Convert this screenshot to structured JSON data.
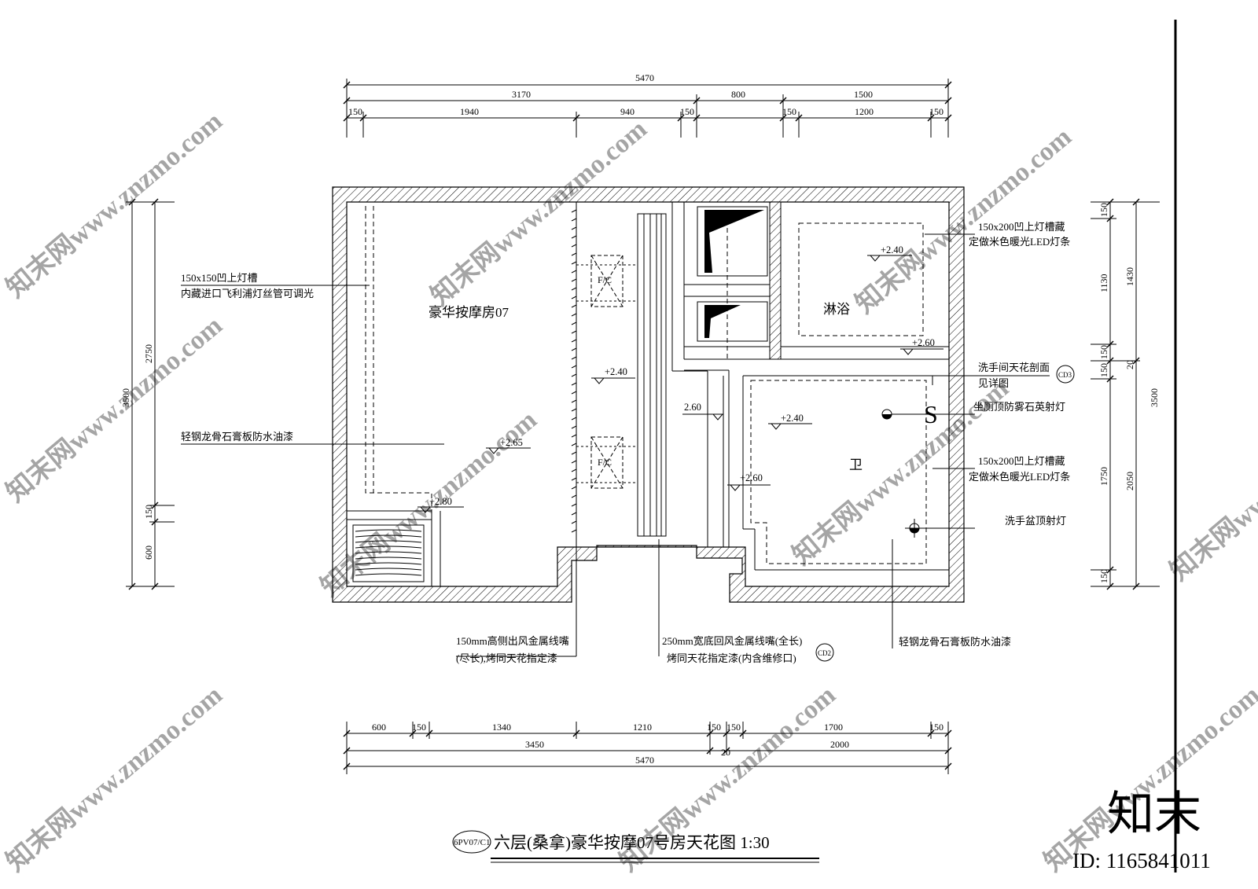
{
  "title": {
    "code": "6PV07/C1",
    "text": "六层(桑拿)豪华按摩07号房天花图 1:30"
  },
  "dimensions": {
    "top_overall": "5470",
    "top_mid": [
      "3170",
      "800",
      "1500"
    ],
    "top_detail": [
      "150",
      "1940",
      "940",
      "150",
      "150",
      "1200",
      "150"
    ],
    "bottom_detail": [
      "600",
      "150",
      "1340",
      "1210",
      "150",
      "150",
      "1700",
      "150"
    ],
    "bottom_mid": [
      "3450",
      "20",
      "2000"
    ],
    "bottom_overall": "5470",
    "left_outer": "3500",
    "left_inner": [
      "2750",
      "150",
      "600"
    ],
    "right_inner": [
      "150",
      "1130",
      "150",
      "150",
      "1750",
      "150"
    ],
    "right_mid": [
      "1430",
      "20",
      "2050"
    ],
    "right_outer": "3500"
  },
  "rooms": {
    "massage": "豪华按摩房07",
    "shower": "淋浴",
    "toilet": "卫"
  },
  "units": {
    "fc": "F/C"
  },
  "levels": [
    "+2.65",
    "+2.80",
    "+2.40",
    "2.60",
    "+2.40",
    "+2.60",
    "+2.40",
    "+2.60"
  ],
  "notes": {
    "left_1a": "150x150凹上灯槽",
    "left_1b": "内藏进口飞利浦灯丝管可调光",
    "left_2": "轻钢龙骨石膏板防水油漆",
    "right_1a": "150x200凹上灯槽藏",
    "right_1b": "定做米色暖光LED灯条",
    "right_2a": "洗手间天花剖面",
    "right_2b": "见详图",
    "right_3": "坐厕顶防雾石英射灯",
    "right_4a": "150x200凹上灯槽藏",
    "right_4b": "定做米色暖光LED灯条",
    "right_5": "洗手盆顶射灯",
    "bottom_1a": "150mm高侧出风金属线嘴",
    "bottom_1b": "(尽长),烤同天花指定漆",
    "bottom_2a": "250mm宽底回风金属线嘴(全长)",
    "bottom_2b": "烤同天花指定漆(内含维修口)",
    "bottom_3": "轻钢龙骨石膏板防水油漆"
  },
  "detail_tags": {
    "c3": "CD3",
    "c2": "CD2"
  },
  "watermark": {
    "site": "知末网www.znzmo.com",
    "brand": "知末",
    "id": "ID: 1165841011"
  }
}
